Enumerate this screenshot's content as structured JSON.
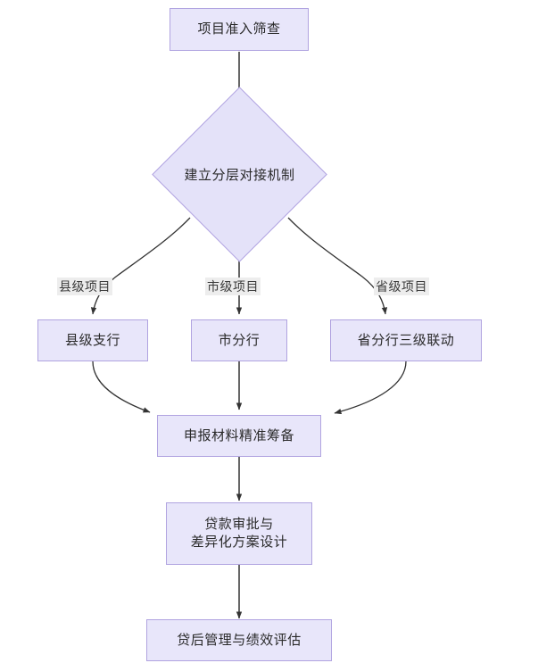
{
  "diagram": {
    "type": "flowchart",
    "orientation": "top-to-bottom",
    "theme": {
      "node_fill": "#e8e6fa",
      "node_border": "#b0a3e0",
      "node_text": "#2a2a2a",
      "edge_color": "#333333",
      "edge_label_bg": "#ededed",
      "canvas_bg": "#ffffff"
    },
    "nodes": [
      {
        "id": "n1",
        "shape": "rect",
        "label": "项目准入筛查"
      },
      {
        "id": "n2",
        "shape": "diamond",
        "label": "建立分层对接机制"
      },
      {
        "id": "n3",
        "shape": "rect",
        "label": "县级支行"
      },
      {
        "id": "n4",
        "shape": "rect",
        "label": "市分行"
      },
      {
        "id": "n5",
        "shape": "rect",
        "label": "省分行三级联动"
      },
      {
        "id": "n6",
        "shape": "rect",
        "label": "申报材料精准筹备"
      },
      {
        "id": "n7",
        "shape": "rect",
        "label": "贷款审批与\n差异化方案设计"
      },
      {
        "id": "n8",
        "shape": "rect",
        "label": "贷后管理与绩效评估"
      }
    ],
    "edge_labels": {
      "county": "县级项目",
      "city": "市级项目",
      "province": "省级项目"
    },
    "edges": [
      {
        "from": "n1",
        "to": "n2",
        "label": ""
      },
      {
        "from": "n2",
        "to": "n3",
        "label": "县级项目"
      },
      {
        "from": "n2",
        "to": "n4",
        "label": "市级项目"
      },
      {
        "from": "n2",
        "to": "n5",
        "label": "省级项目"
      },
      {
        "from": "n3",
        "to": "n6",
        "label": ""
      },
      {
        "from": "n4",
        "to": "n6",
        "label": ""
      },
      {
        "from": "n5",
        "to": "n6",
        "label": ""
      },
      {
        "from": "n6",
        "to": "n7",
        "label": ""
      },
      {
        "from": "n7",
        "to": "n8",
        "label": ""
      }
    ]
  }
}
